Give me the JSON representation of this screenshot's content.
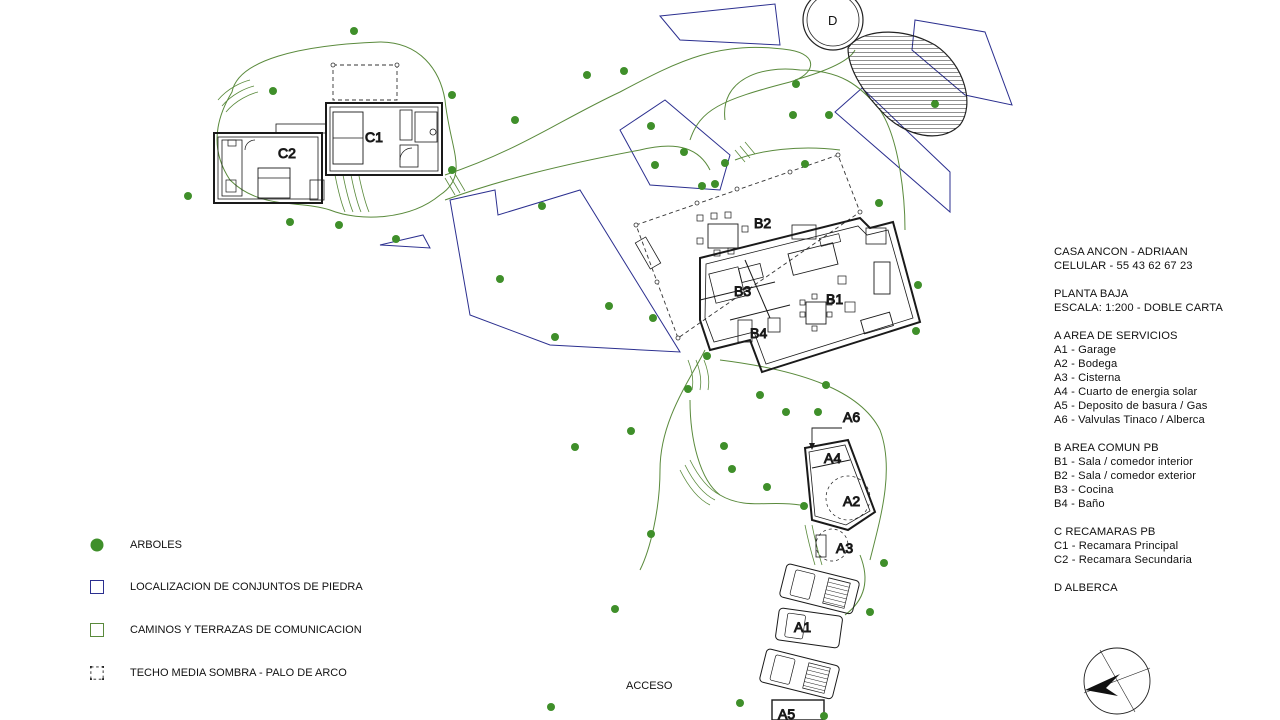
{
  "labels": {
    "c1": "C1",
    "c2": "C2",
    "b1": "B1",
    "b2": "B2",
    "b3": "B3",
    "b4": "B4",
    "a1": "A1",
    "a2": "A2",
    "a3": "A3",
    "a4": "A4",
    "a5": "A5",
    "a6": "A6",
    "d": "D",
    "acceso": "ACCESO"
  },
  "title_block": {
    "project": "CASA ANCON - ADRIAAN",
    "phone": "CELULAR - 55 43 62 67 23",
    "sheet": "PLANTA BAJA",
    "scale": "ESCALA: 1:200 - DOBLE CARTA"
  },
  "zones": {
    "a_title": "A AREA DE SERVICIOS",
    "a_items": [
      "A1 - Garage",
      "A2 - Bodega",
      "A3 - Cisterna",
      "A4 - Cuarto de energia solar",
      "A5 - Deposito de basura / Gas",
      "A6 - Valvulas Tinaco / Alberca"
    ],
    "b_title": "B AREA COMUN PB",
    "b_items": [
      "B1 - Sala / comedor interior",
      "B2 - Sala / comedor exterior",
      "B3 - Cocina",
      "B4 - Baño"
    ],
    "c_title": "C RECAMARAS PB",
    "c_items": [
      "C1 - Recamara Principal",
      "C2 - Recamara Secundaria"
    ],
    "d_title": "D ALBERCA"
  },
  "legend": {
    "trees": "ARBOLES",
    "stone": "LOCALIZACION DE CONJUNTOS DE PIEDRA",
    "paths": "CAMINOS Y TERRAZAS DE COMUNICACION",
    "shade": "TECHO MEDIA SOMBRA - PALO DE ARCO"
  },
  "colors": {
    "tree": "#3f8f2a",
    "stone": "#2b2f8f",
    "path": "#5a8a3c",
    "wall": "#1a1a1a"
  }
}
